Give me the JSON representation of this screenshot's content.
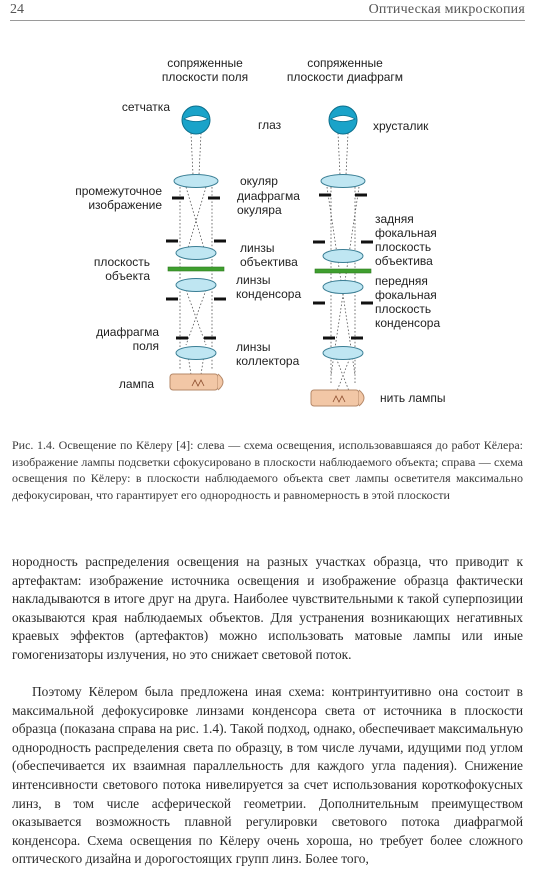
{
  "header": {
    "page_number": "24",
    "running_title": "Оптическая микроскопия"
  },
  "figure": {
    "left_labels": {
      "title": "сопряженные\nплоскости поля",
      "retina": "сетчатка",
      "intermediate": "промежуточное\nизображение",
      "object_plane": "плоскость\nобъекта",
      "field_diaphragm": "диафрагма\nполя",
      "lamp": "лампа"
    },
    "middle_labels": {
      "eye": "глаз",
      "eyepiece": "окуляр",
      "eyepiece_diaphragm": "диафрагма\nокуляра",
      "objective_lenses": "линзы\nобъектива",
      "condenser_lenses": "линзы\nконденсора",
      "collector_lenses": "линзы\nколлектора"
    },
    "right_labels": {
      "title": "сопряженные\nплоскости диафрагм",
      "crystalline_lens": "хрусталик",
      "back_focal": "задняя\nфокальная\nплоскость\nобъектива",
      "front_focal": "передняя\nфокальная\nплоскость\nконденсора",
      "filament": "нить лампы"
    },
    "colors": {
      "eye": "#1aa3c9",
      "lens": "#bfe6f2",
      "stage": "#3f9f2f",
      "lamp": "#f2c7a6"
    }
  },
  "caption": "Рис. 1.4. Освещение по Кёлеру [4]: слева — схема освещения, использовавшаяся до работ Кёлера: изображение лампы подсветки сфокусировано в плоскости наблюдаемого объекта; справа — схема освещения по Кёлеру: в плоскости наблюдаемого объекта свет лампы осветителя максимально дефокусирован, что гарантирует его однородность и равномерность в этой плоскости",
  "body": {
    "paragraph1": "нородность распределения освещения на разных участках образца, что приводит к артефактам: изображение источника освещения и изображение образца фактически накладываются в итоге друг на друга. Наиболее чувствительными к такой суперпозиции оказываются края наблюдаемых объектов. Для устранения возникающих негативных краевых эффектов (артефактов) можно использовать матовые лампы или иные гомогенизаторы излучения, но это снижает световой поток.",
    "paragraph2": "Поэтому Кёлером была предложена иная схема: контринтуитивно она состоит в максимальной дефокусировке линзами конденсора света от источника в плоскости образца (показана справа на рис. 1.4). Такой подход, однако, обеспечивает максимальную однородность распределения света по образцу, в том числе лучами, идущими под углом (обеспечивается их взаимная параллельность для каждого угла падения). Снижение интенсивности светового потока нивелируется за счет использования короткофокусных линз, в том числе асферической геометрии. Дополнительным преимуществом оказывается возможность плавной регулировки светового потока диафрагмой конденсора. Схема освещения по Кёлеру очень хороша, но требует более сложного оптического дизайна и дорогостоящих групп линз. Более того,"
  }
}
